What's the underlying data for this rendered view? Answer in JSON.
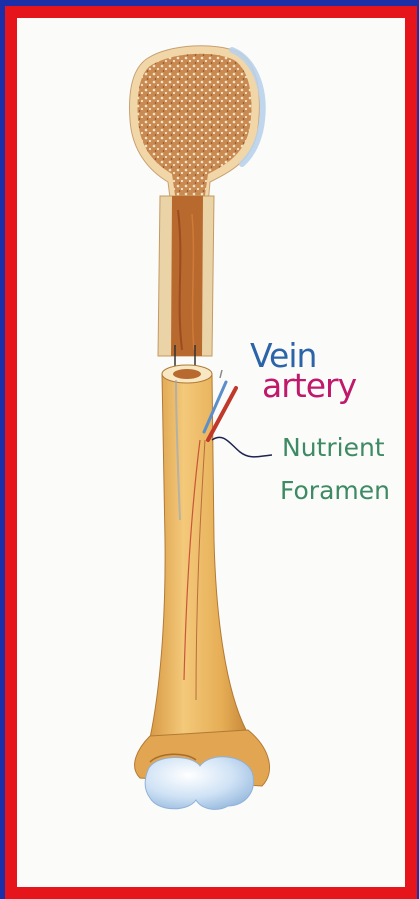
{
  "labels": {
    "vein": "Vein",
    "artery": "artery",
    "nutrient": "Nutrient",
    "foramen": "Foramen"
  },
  "colors": {
    "outer_frame": "#1a2fa8",
    "border": "#e5151b",
    "vein_text": "#2b65a8",
    "artery_text": "#c0186a",
    "foramen_text": "#3d8a63",
    "bone": "#e8b262",
    "spongy_bone": "#c98a52",
    "cartilage": "#bcd6f0"
  }
}
